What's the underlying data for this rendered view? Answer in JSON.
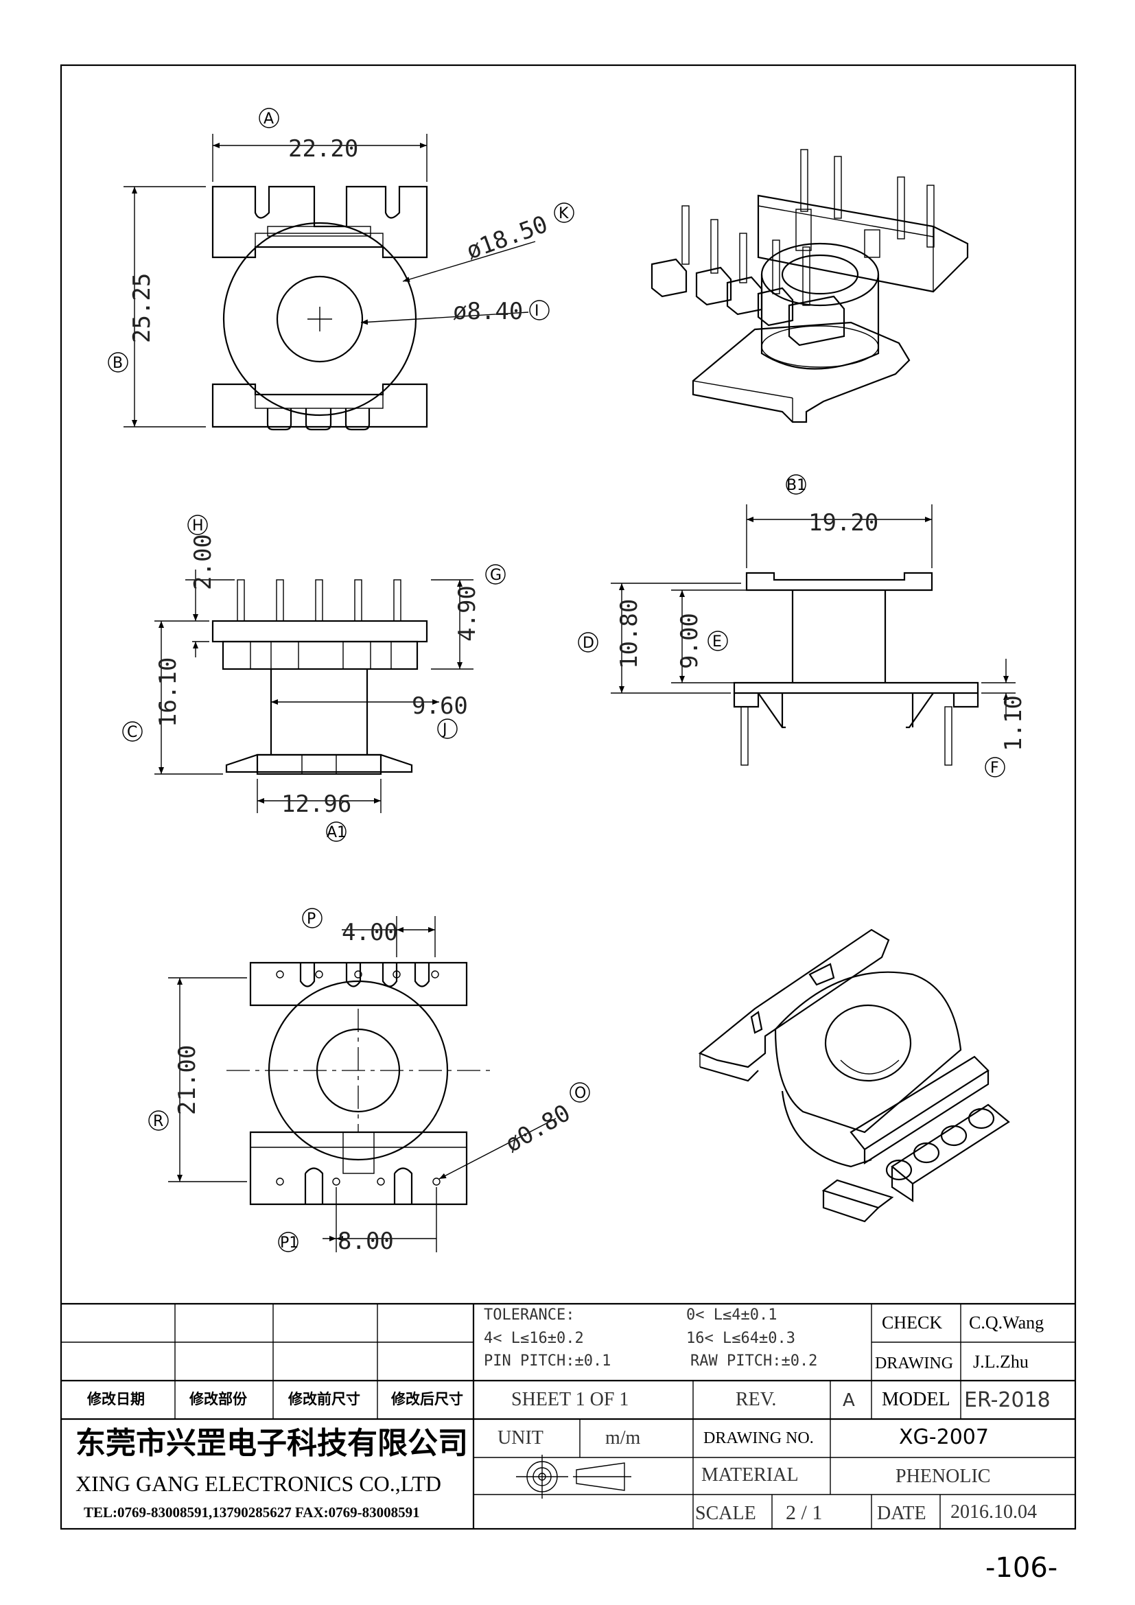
{
  "views": {
    "top": {
      "labels": {
        "A": "A",
        "B": "B",
        "K": "K",
        "I": "I"
      },
      "dims": {
        "width": "22.20",
        "height": "25.25",
        "outer_dia": "ø18.50",
        "inner_dia": "ø8.40"
      }
    },
    "front": {
      "labels": {
        "H": "H",
        "G": "G",
        "C": "C",
        "J": "J",
        "A1": "A1"
      },
      "dims": {
        "pin_len": "2.00",
        "flange_h": "4.90",
        "total_h": "16.10",
        "core_w": "9.60",
        "base_w": "12.96"
      }
    },
    "side": {
      "labels": {
        "B1": "B1",
        "D": "D",
        "E": "E",
        "F": "F"
      },
      "dims": {
        "width": "19.20",
        "total_h": "10.80",
        "winding_h": "9.00",
        "base_t": "1.10"
      }
    },
    "bottom": {
      "labels": {
        "P": "P",
        "P1": "P1",
        "R": "R",
        "O": "O"
      },
      "dims": {
        "pitch_top": "4.00",
        "height": "21.00",
        "hole_dia": "ø0.80",
        "pitch_bottom": "8.00"
      }
    }
  },
  "title_block": {
    "revision_headers": [
      "修改日期",
      "修改部份",
      "修改前尺寸",
      "修改后尺寸"
    ],
    "tolerance": {
      "label": "TOLERANCE:",
      "r1": "0< L≤4±0.1",
      "r2": "4< L≤16±0.2",
      "r3": "16< L≤64±0.3",
      "pin": "PIN PITCH:±0.1",
      "raw": "RAW PITCH:±0.2"
    },
    "check_label": "CHECK",
    "check_value": "C.Q.Wang",
    "drawing_label": "DRAWING",
    "drawing_value": "J.L.Zhu",
    "sheet": "SHEET 1 OF 1",
    "rev_label": "REV.",
    "rev_value": "A",
    "model_label": "MODEL",
    "model_value": "ER-2018",
    "company_cn": "东莞市兴罡电子科技有限公司",
    "company_en": "XING GANG ELECTRONICS CO.,LTD",
    "contact": "TEL:0769-83008591,13790285627 FAX:0769-83008591",
    "unit_label": "UNIT",
    "unit_value": "m/m",
    "drawing_no_label": "DRAWING NO.",
    "drawing_no_value": "XG-2007",
    "material_label": "MATERIAL",
    "material_value": "PHENOLIC",
    "scale_label": "SCALE",
    "scale_value": "2 / 1",
    "date_label": "DATE",
    "date_value": "2016.10.04"
  },
  "page_number": "-106-"
}
